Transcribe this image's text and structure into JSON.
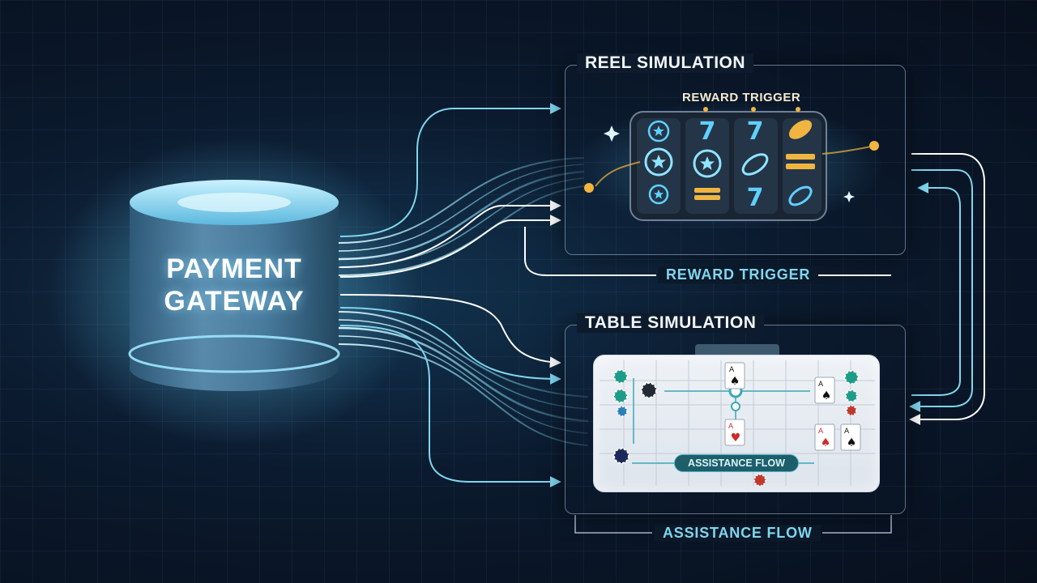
{
  "gateway": {
    "line1": "PAYMENT",
    "line2": "GATEWAY"
  },
  "reel_panel": {
    "title": "REEL SIMULATION",
    "inner_label": "REWARD TRIGGER"
  },
  "table_panel": {
    "title": "TABLE SIMULATION",
    "inner_label": "ASSISTANCE FLOW"
  },
  "flows": {
    "reward_trigger": "REWARD TRIGGER",
    "assistance_flow": "ASSISTANCE FLOW"
  },
  "cards": {
    "ace": "A"
  },
  "icons": {
    "seven": "7"
  },
  "colors": {
    "background": "#0b1a2e",
    "accent": "#7fd6ee",
    "glow": "#8fe4ff",
    "panel": "#1f2e40",
    "gold": "#f0b540",
    "card_red": "#d02a2a"
  }
}
